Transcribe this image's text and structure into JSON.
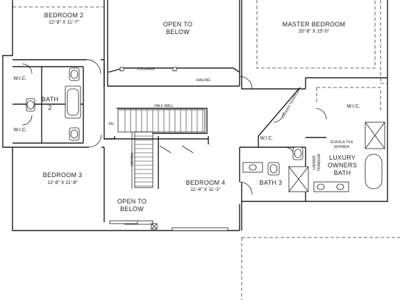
{
  "rooms": {
    "bedroom2": {
      "name": "BEDROOM 2",
      "dims": "12'-8\" X 11'-7\""
    },
    "open_below_top": {
      "line1": "OPEN TO",
      "line2": "BELOW"
    },
    "master_bedroom": {
      "name": "MASTER BEDROOM",
      "dims": "20'-8\" X 15'-0\""
    },
    "bath2": {
      "line1": "BATH",
      "line2": "2"
    },
    "wic_left_top": "W.I.C.",
    "wic_left_bottom": "W.I.C.",
    "wic_center": "W.I.C.",
    "wic_right": "W.I.C.",
    "bedroom3": {
      "name": "BEDROOM 3",
      "dims": "12'-8\" X 11'-8\""
    },
    "bedroom4": {
      "name": "BEDROOM 4",
      "dims": "11'-4\" X 11'-1\""
    },
    "open_below_bottom": {
      "line1": "OPEN TO",
      "line2": "BELOW"
    },
    "bath3": "BATH 3",
    "owners_bath": {
      "line1": "LUXURY",
      "line2": "OWNERS",
      "line3": "BATH"
    }
  },
  "annotations": {
    "columns": "COLUMNS",
    "railing_top": "RAILING",
    "half_wall": "HALF WALL",
    "dn": "DN",
    "railing_side": "RAILING",
    "ladder_transom": "LADDER TRANSOM",
    "ladder_transom_2a": "LADDER",
    "ladder_transom_2b": "TRANSOM",
    "shower_line1": "GLASS & TILE",
    "shower_line2": "SHOWER"
  }
}
